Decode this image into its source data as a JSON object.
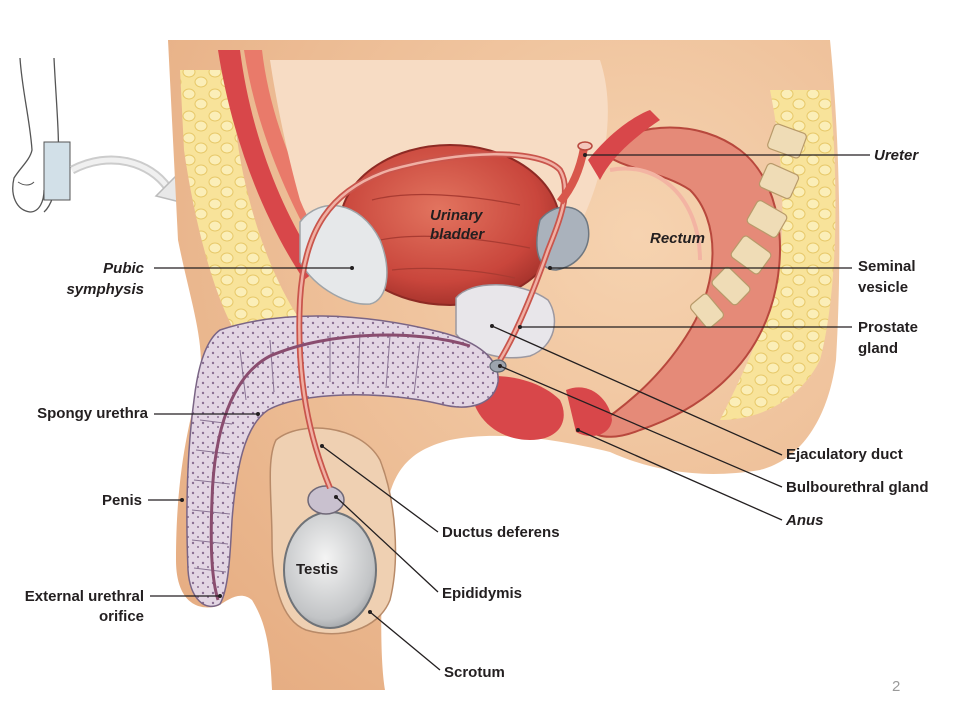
{
  "labels": {
    "ureter": "Ureter",
    "urinary_bladder_1": "Urinary",
    "urinary_bladder_2": "bladder",
    "rectum": "Rectum",
    "pubic_symphysis_1": "Pubic",
    "pubic_symphysis_2": "symphysis",
    "seminal_vesicle_1": "Seminal",
    "seminal_vesicle_2": "vesicle",
    "prostate_gland_1": "Prostate",
    "prostate_gland_2": "gland",
    "spongy_urethra": "Spongy urethra",
    "ejaculatory_duct": "Ejaculatory duct",
    "bulbourethral_gland": "Bulbourethral gland",
    "anus": "Anus",
    "penis": "Penis",
    "ductus_deferens": "Ductus deferens",
    "testis": "Testis",
    "epididymis": "Epididymis",
    "external_urethral_orifice_1": "External urethral",
    "external_urethral_orifice_2": "orifice",
    "scrotum": "Scrotum"
  },
  "page_number": "2",
  "colors": {
    "skin": "#f2c8a0",
    "fat": "#f7e08a",
    "muscle": "#d8474a",
    "bladder": "#c9463c",
    "erectile_tissue": "#ddd0e0",
    "leader_line": "#231f20",
    "page_number": "#9a9a9a"
  }
}
